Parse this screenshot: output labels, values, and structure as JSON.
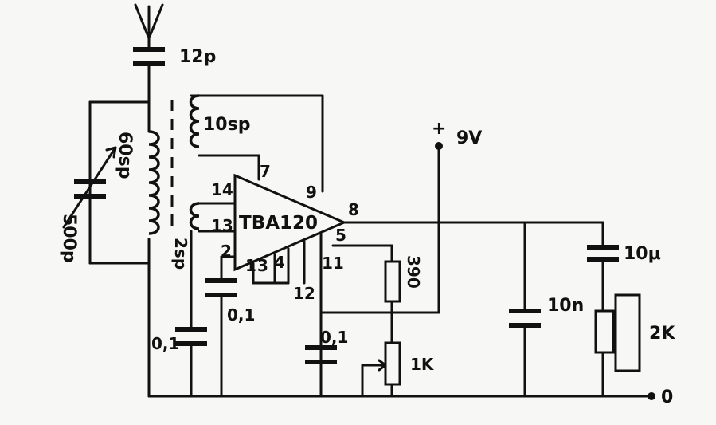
{
  "antenna": {
    "capacitor": "12p"
  },
  "tank": {
    "variable_capacitor": "500p",
    "coil_primary": "60sp",
    "coil_secondary_top": "10sp",
    "coil_secondary_bottom": "2sp"
  },
  "ic": {
    "name": "TBA120",
    "pins": {
      "p14": "14",
      "p13": "13",
      "p2": "2",
      "p7": "7",
      "p9": "9",
      "p8": "8",
      "p5": "5",
      "p1": "1",
      "p3": "3",
      "p4": "4",
      "p11": "11",
      "p12": "12"
    }
  },
  "supply": {
    "plus": "+",
    "voltage": "9V"
  },
  "components": {
    "c_left": "0,1",
    "c_pin2": "0,1",
    "c_mid": "0,1",
    "r_top": "390",
    "pot": "1K",
    "c_10n": "10n",
    "c_10u": "10μ",
    "load": "2K"
  },
  "output": {
    "terminal": "0"
  }
}
